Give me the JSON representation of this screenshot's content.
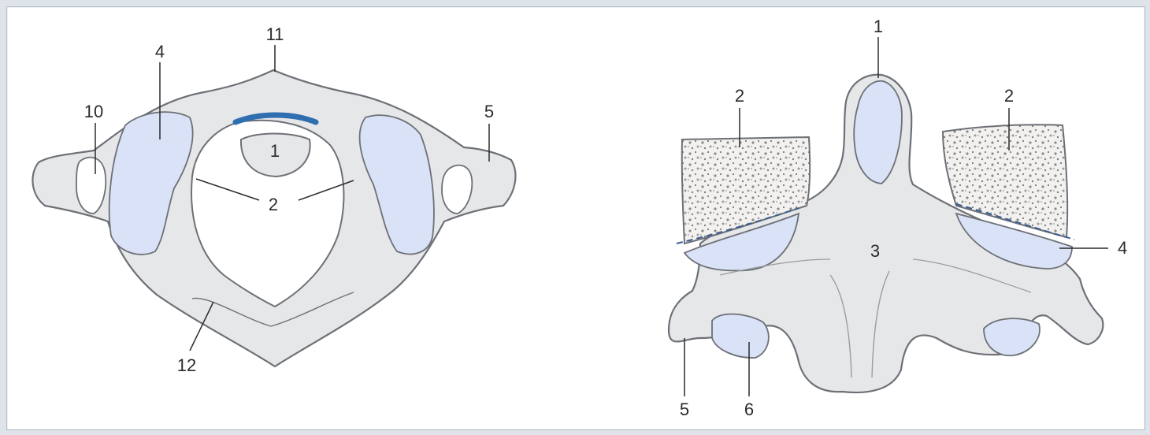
{
  "figure": {
    "left_view": {
      "labels": {
        "l1": "1",
        "l2": "2",
        "l4": "4",
        "l5": "5",
        "l10": "10",
        "l11": "11",
        "l12": "12"
      }
    },
    "right_view": {
      "labels": {
        "r1": "1",
        "r2a": "2",
        "r2b": "2",
        "r3": "3",
        "r4": "4",
        "r5": "5",
        "r6": "6"
      }
    }
  },
  "colors": {
    "bone": "#e6e7e9",
    "bone_outline": "#6d7076",
    "cartilage": "#d9e2f7",
    "ligament": "#2f6fb0",
    "ink": "#2b2b2b",
    "background": "#dfe4ea"
  }
}
